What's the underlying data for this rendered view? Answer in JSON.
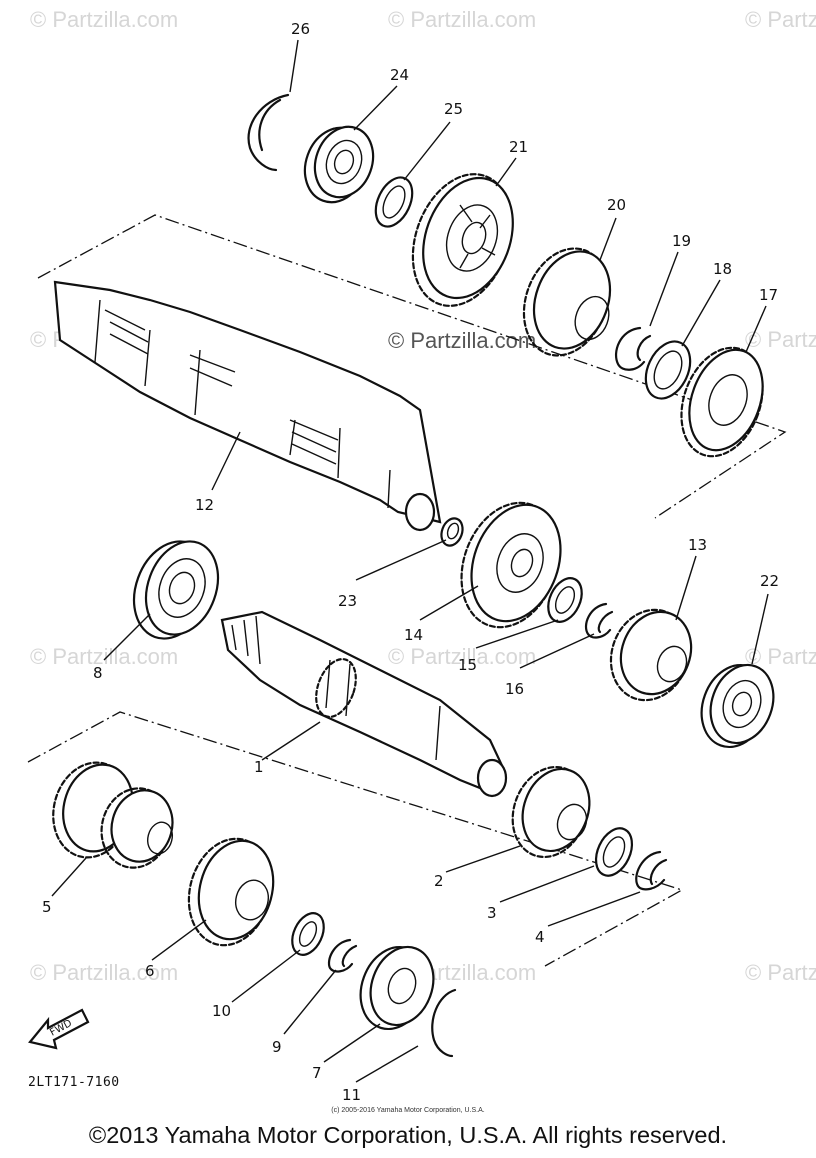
{
  "watermark": "© Partzilla.com",
  "callouts": [
    "1",
    "2",
    "3",
    "4",
    "5",
    "6",
    "7",
    "8",
    "9",
    "10",
    "11",
    "12",
    "13",
    "14",
    "15",
    "16",
    "17",
    "18",
    "19",
    "20",
    "21",
    "22",
    "23",
    "24",
    "25",
    "26"
  ],
  "fwd_label": "FWD",
  "diagram_code": "2LT171-7160",
  "small_copyright": "(c) 2005-2016 Yamaha Motor Corporation, U.S.A.",
  "footer": "©2013 Yamaha Motor Corporation, U.S.A. All rights reserved."
}
